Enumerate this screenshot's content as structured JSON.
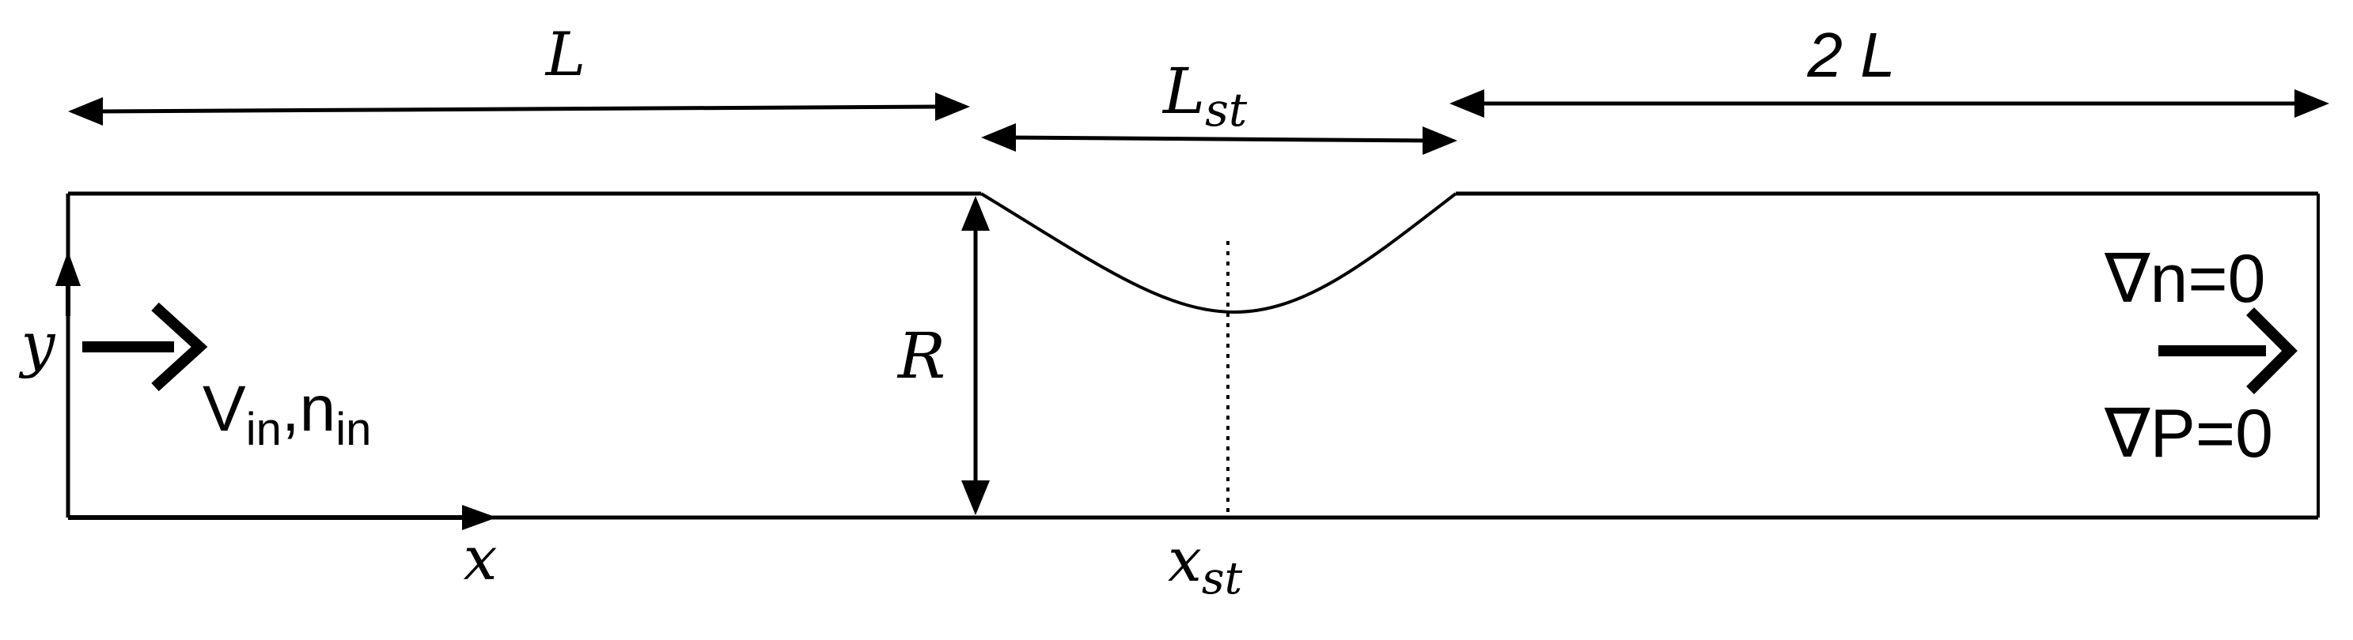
{
  "labels": {
    "L": "L",
    "L_st_main": "L",
    "L_st_sub": "st",
    "two_L": "2 L",
    "R": "R",
    "x": "x",
    "y": "y",
    "x_st_main": "x",
    "x_st_sub": "st",
    "v_in_main": "V",
    "v_in_sub": "in",
    "comma": ",",
    "n_in_main": "n",
    "n_in_sub": "in",
    "outlet_top": "∇n=0",
    "outlet_bottom": "∇P=0"
  }
}
